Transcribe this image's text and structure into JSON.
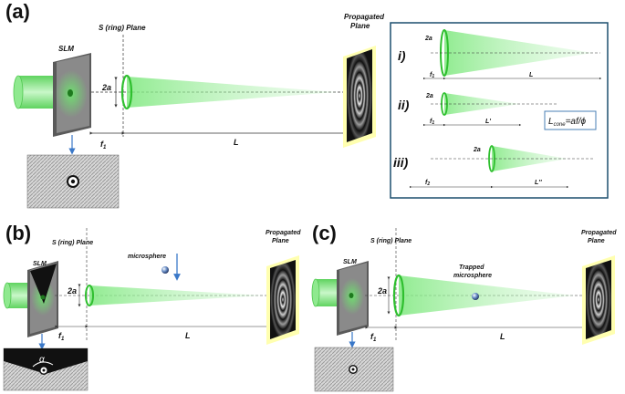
{
  "colors": {
    "beam": "#7ee87e",
    "beam_dark": "#2fbf2f",
    "slm_face": "#8a8a8a",
    "slm_edge": "#5a5a5a",
    "propagated_frame": "#ffffb0",
    "inset_border": "#1c4f6e",
    "formula_border": "#4a7fb5",
    "arrow_blue": "#3a78c8"
  },
  "panel_a": {
    "tag": "(a)",
    "slm_label": "SLM",
    "s_ring_plane_label": "S (ring) Plane",
    "propagated_label_1": "Propagated",
    "propagated_label_2": "Plane",
    "two_a": "2a",
    "f1": "f",
    "f1_sub": "1",
    "L": "L",
    "inset": {
      "row_i": {
        "label": "i)",
        "two_a": "2a",
        "f": "f",
        "f_sub": "1",
        "L": "L"
      },
      "row_ii": {
        "label": "ii)",
        "two_a": "2a",
        "f": "f",
        "f_sub": "1",
        "L": "L'"
      },
      "row_iii": {
        "label": "iii)",
        "two_a": "2a",
        "f": "f",
        "f_sub": "2",
        "L": "L''"
      },
      "formula_main": "L",
      "formula_sub": "cone",
      "formula_rhs": "=af/ϕ"
    }
  },
  "panel_b": {
    "tag": "(b)",
    "slm_label": "SLM",
    "s_ring_plane_label": "S (ring) Plane",
    "microsphere_label": "microsphere",
    "propagated_label_1": "Propagated",
    "propagated_label_2": "Plane",
    "two_a": "2a",
    "f1": "f",
    "f1_sub": "1",
    "L": "L",
    "alpha": "α"
  },
  "panel_c": {
    "tag": "(c)",
    "slm_label": "SLM",
    "s_ring_plane_label": "S (ring) Plane",
    "trapped_label_1": "Trapped",
    "trapped_label_2": "microsphere",
    "propagated_label_1": "Propagated",
    "propagated_label_2": "Plane",
    "two_a": "2a",
    "f1": "f",
    "f1_sub": "1",
    "L": "L"
  }
}
